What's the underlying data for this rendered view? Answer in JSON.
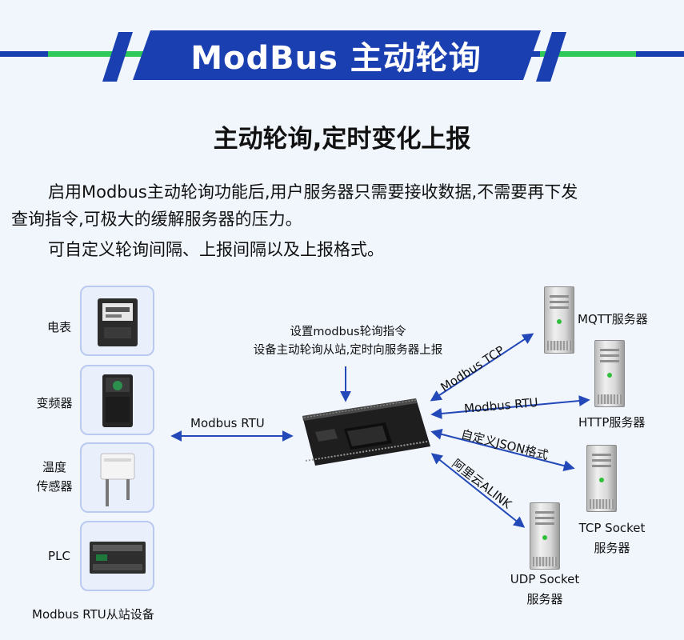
{
  "header": {
    "title": "ModBus 主动轮询"
  },
  "subtitle": "主动轮询,定时变化上报",
  "paragraph": {
    "line1": "启用Modbus主动轮询功能后,用户服务器只需要接收数据,不需要再下发",
    "line2": "查询指令,可极大的缓解服务器的压力。",
    "line3": "可自定义轮询间隔、上报间隔以及上报格式。"
  },
  "devices": {
    "meter": "电表",
    "inverter": "变频器",
    "sensor_line1": "温度",
    "sensor_line2": "传感器",
    "plc": "PLC",
    "caption": "Modbus  RTU从站设备"
  },
  "note": {
    "line1": "设置modbus轮询指令",
    "line2": "设备主动轮询从站,定时向服务器上报"
  },
  "edges": {
    "left": "Modbus  RTU",
    "mqtt": "Modbus TCP",
    "http": "Modbus RTU",
    "tcp": "自定义JSON格式",
    "udp": "阿里云ALINK"
  },
  "servers": {
    "mqtt": "MQTT服务器",
    "http": "HTTP服务器",
    "tcp_line1": "TCP Socket",
    "tcp_line2": "服务器",
    "udp_line1": "UDP Socket",
    "udp_line2": "服务器"
  },
  "colors": {
    "banner_blue": "#1a3fb0",
    "banner_green": "#2ec95a",
    "arrow_blue": "#2348b8",
    "box_border": "#b9c9f0"
  }
}
